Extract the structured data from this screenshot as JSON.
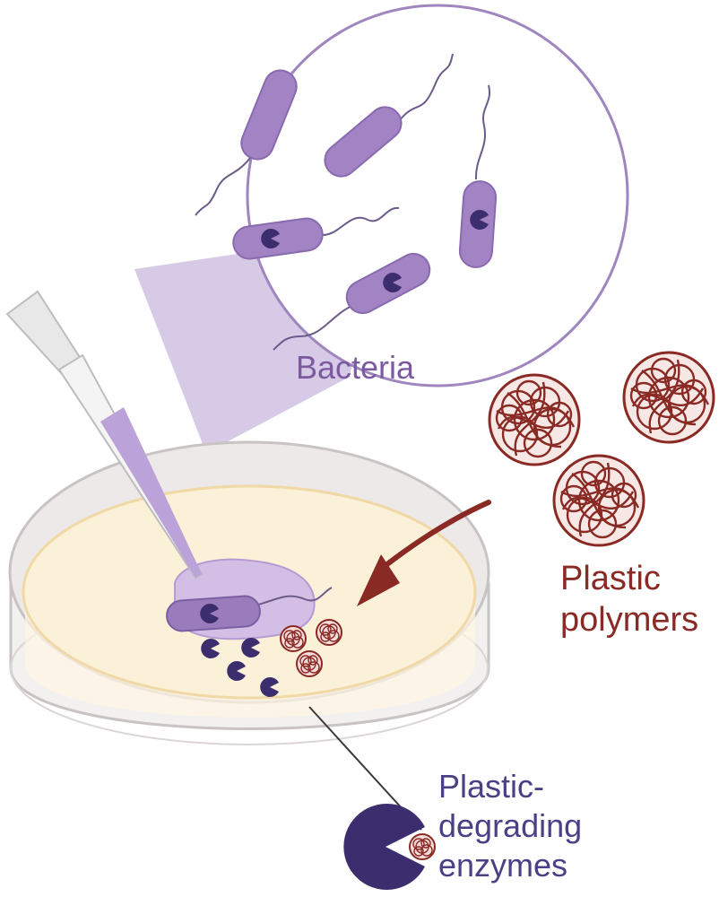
{
  "labels": {
    "bacteria": "Bacteria",
    "plastic_polymers_line1": "Plastic",
    "plastic_polymers_line2": "polymers",
    "enzymes_line1": "Plastic-",
    "enzymes_line2": "degrading",
    "enzymes_line3": "enzymes"
  },
  "colors": {
    "bacteria_fill": "#a283c4",
    "bacteria_outline": "#8a6aaf",
    "zoom_circle_border": "#9f86bf",
    "zoom_cone": "#c9b8de",
    "enzyme": "#3c2e6e",
    "polymer": "#8a2a24",
    "agar": "#fbf1d9",
    "dish_rim": "#e3dede",
    "pipette_liquid": "#bba2d8",
    "colony": "#d3bfe5"
  },
  "icons": {
    "zoom": "magnifier-circle-icon",
    "pipette": "pipette-icon",
    "dish": "petri-dish-icon",
    "polymer": "plastic-ball-icon",
    "enzyme": "pacman-enzyme-icon",
    "arrow": "curved-arrow-icon"
  }
}
